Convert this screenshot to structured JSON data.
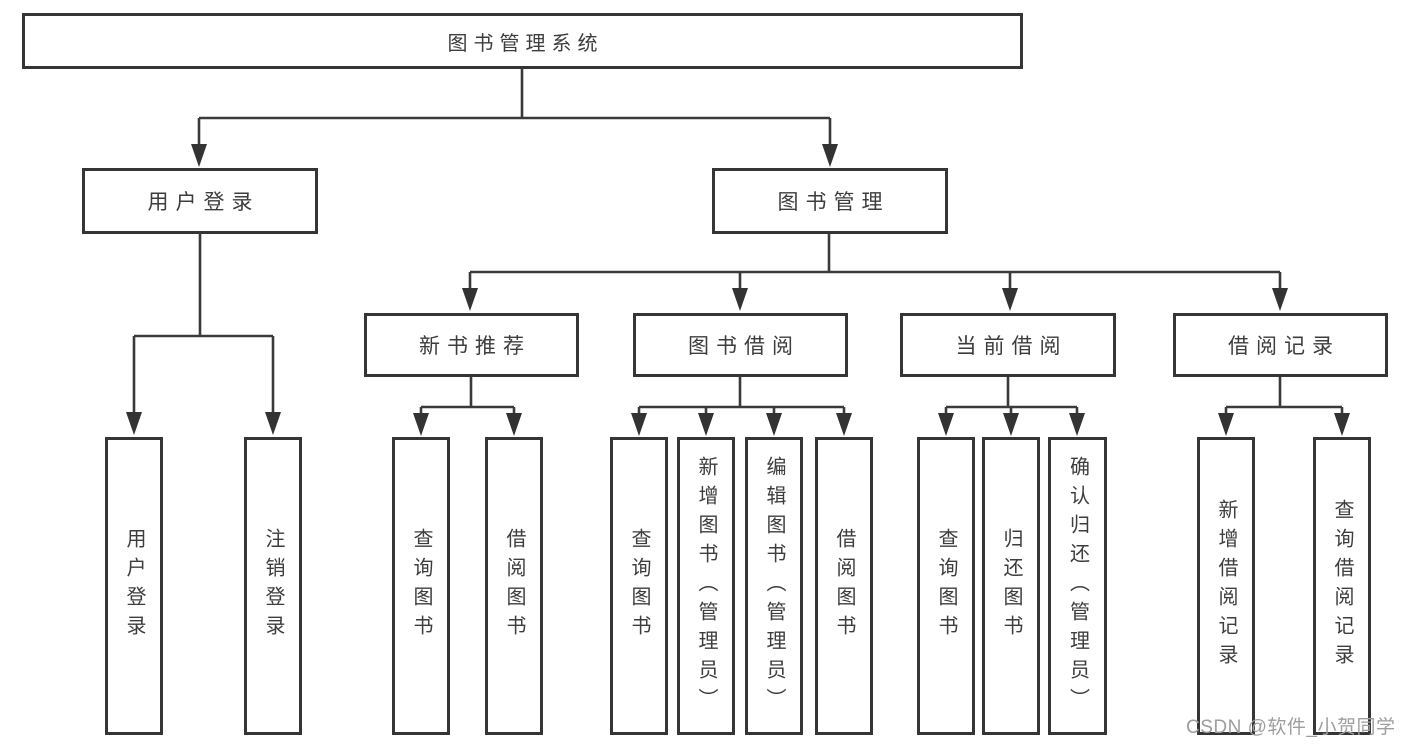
{
  "diagram_title": "图书管理系统",
  "branches": {
    "user_login": {
      "label": "用户登录",
      "children": [
        "用户登录",
        "注销登录"
      ]
    },
    "book_mgmt": {
      "label": "图书管理",
      "sections": {
        "new_books": {
          "label": "新书推荐",
          "children": [
            "查询图书",
            "借阅图书"
          ]
        },
        "borrow": {
          "label": "图书借阅",
          "children": [
            "查询图书",
            "新增图书（管理员）",
            "编辑图书（管理员）",
            "借阅图书"
          ]
        },
        "current": {
          "label": "当前借阅",
          "children": [
            "查询图书",
            "归还图书",
            "确认归还（管理员）"
          ]
        },
        "records": {
          "label": "借阅记录",
          "children": [
            "新增借阅记录",
            "查询借阅记录"
          ]
        }
      }
    }
  },
  "watermark": "CSDN @软件_小贺同学",
  "colors": {
    "line": "#3a3a3a",
    "box_border": "#353535",
    "text": "#3d3d3d",
    "watermark": "#9e9e9e",
    "background": "#ffffff"
  }
}
